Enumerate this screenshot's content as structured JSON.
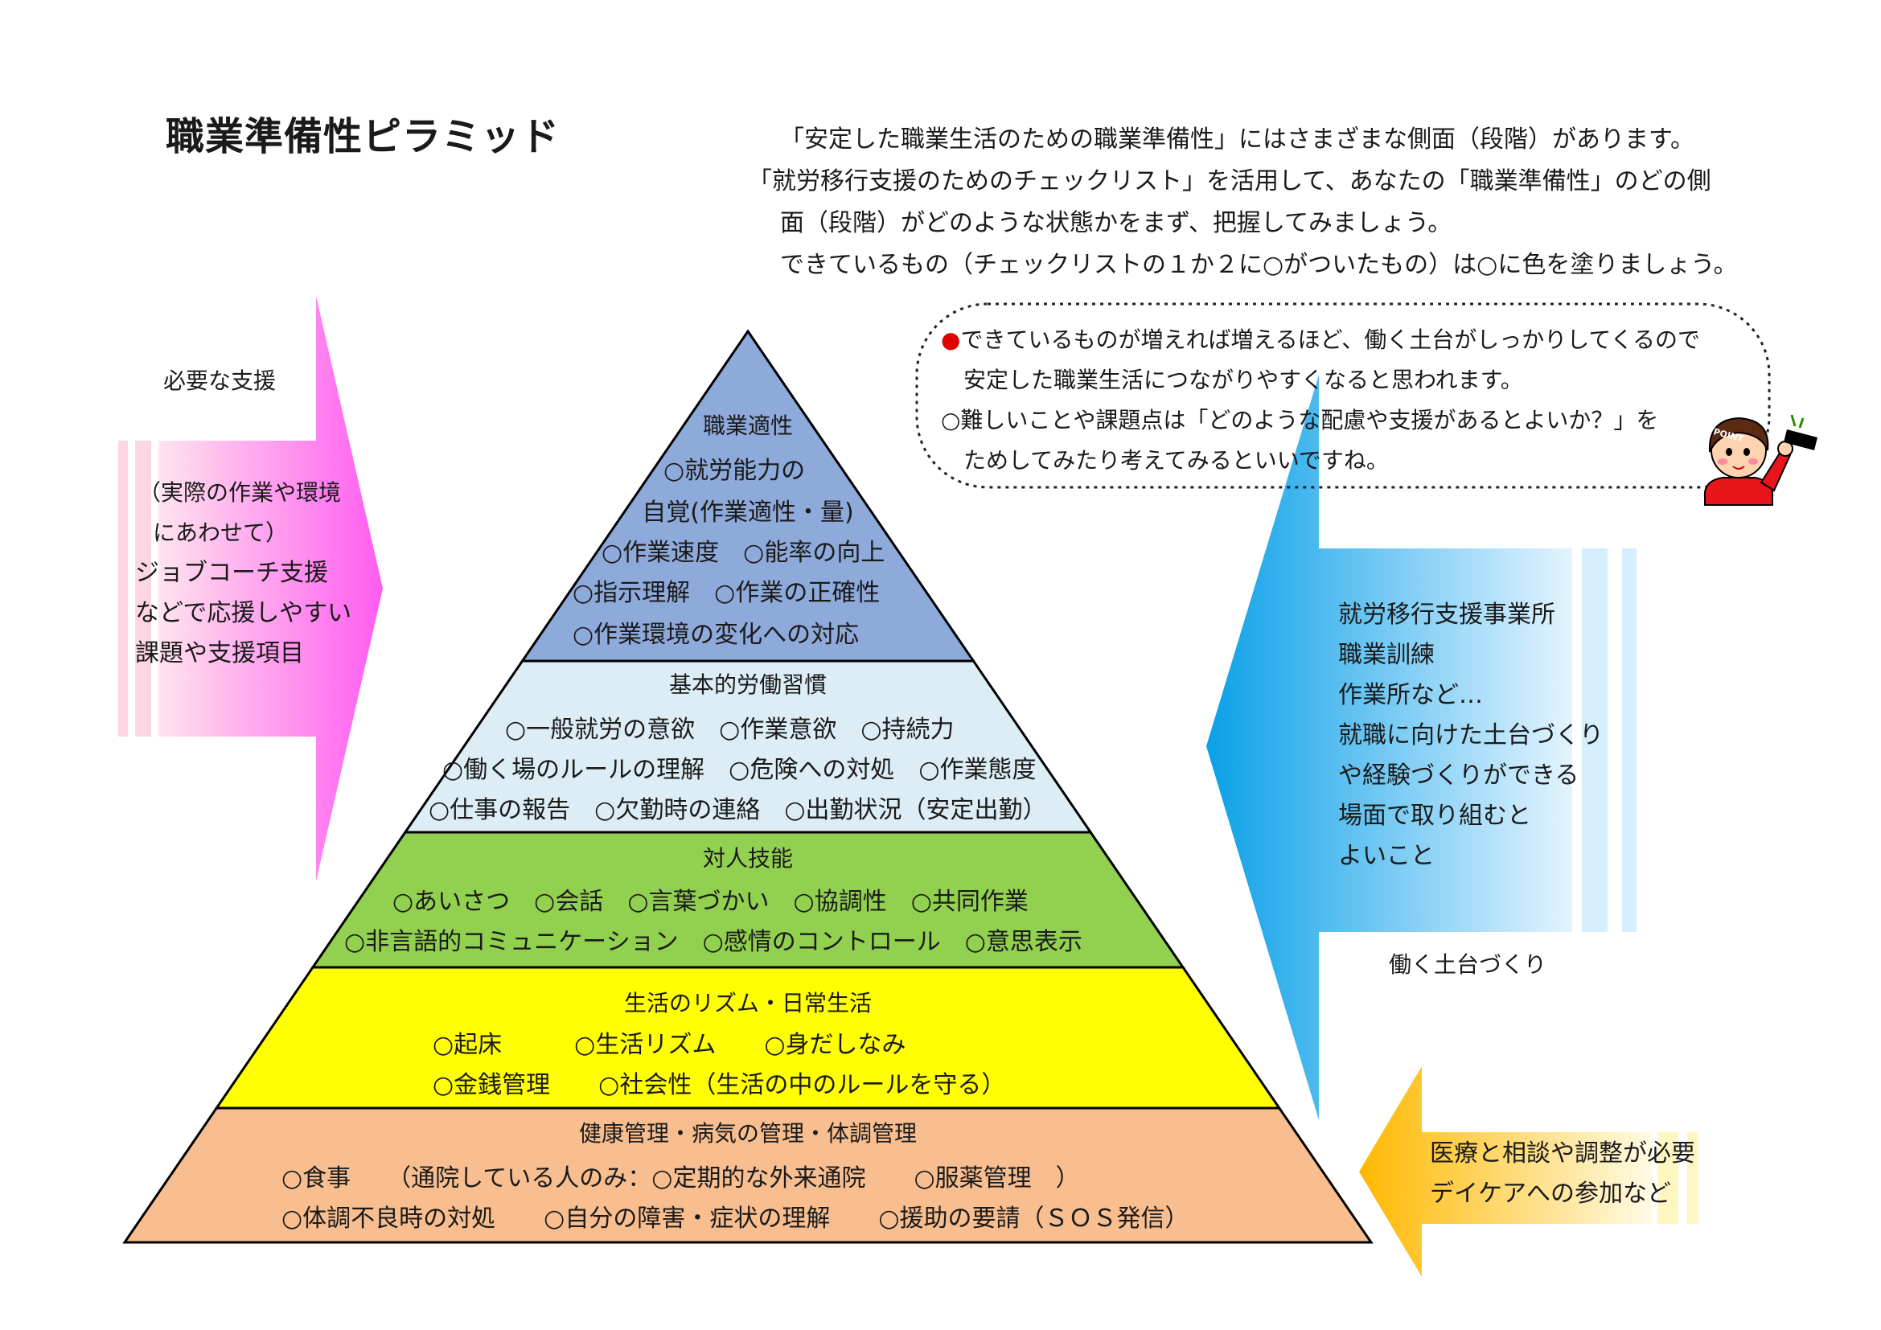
{
  "title": "職業準備性ピラミッド",
  "intro": {
    "line1": "「安定した職業生活のための職業準備性」にはさまざまな側面（段階）があります。",
    "line2": "「就労移行支援のためのチェックリスト」を活用して、あなたの「職業準備性」のどの側",
    "line3": "面（段階）がどのような状態かをまず、把握してみましょう。",
    "line4": "できているもの（チェックリストの１か２に○がついたもの）は○に色を塗りましょう。"
  },
  "bubble": {
    "bullet": "●",
    "line1": "できているものが増えれば増えるほど、働く土台がしっかりしてくるので",
    "line2": "安定した職業生活につながりやすくなると思われます。",
    "line3": "○難しいことや課題点は「どのような配慮や支援があるとよいか？」を",
    "line4": "ためしてみたり考えてみるといいですね。",
    "badge_text": "POINT"
  },
  "left_panel": {
    "heading": "必要な支援",
    "lines": [
      "（実際の作業や環境",
      "にあわせて）",
      "ジョブコーチ支援",
      "などで応援しやすい",
      "課題や支援項目"
    ],
    "color": "#ff66ff"
  },
  "right_panel": {
    "lines": [
      "就労移行支援事業所",
      "職業訓練",
      "作業所など…",
      "就職に向けた土台づくり",
      "や経験づくりができる",
      "場面で取り組むと",
      "よいこと"
    ],
    "caption": "働く土台づくり",
    "color": "#1ea7e8"
  },
  "bottom_right_panel": {
    "lines": [
      "医療と相談や調整が必要",
      "デイケアへの参加など"
    ],
    "color": "#ffc21a"
  },
  "pyramid": {
    "levels": [
      {
        "name": "職業適性",
        "color": "#8eaadb",
        "rows": [
          "○就労能力の",
          "自覚(作業適性・量)",
          "○作業速度　○能率の向上",
          "○指示理解　○作業の正確性",
          "○作業環境の変化への対応"
        ]
      },
      {
        "name": "基本的労働習慣",
        "color": "#dcedf5",
        "rows": [
          "○一般就労の意欲　○作業意欲　○持続力",
          "○働く場のルールの理解　○危険への対処　○作業態度",
          "○仕事の報告　○欠勤時の連絡　○出勤状況（安定出勤）"
        ]
      },
      {
        "name": "対人技能",
        "color": "#92d050",
        "rows": [
          "○あいさつ　○会話　○言葉づかい　○協調性　○共同作業",
          "○非言語的コミュニケーション　○感情のコントロール　○意思表示"
        ]
      },
      {
        "name": "生活のリズム・日常生活",
        "color": "#ffff00",
        "rows": [
          "○起床　　　○生活リズム　　○身だしなみ",
          "○金銭管理　　○社会性（生活の中のルールを守る）"
        ]
      },
      {
        "name": "健康管理・病気の管理・体調管理",
        "color": "#f8be8f",
        "rows": [
          "○食事　　（通院している人のみ：○定期的な外来通院　　○服薬管理　）",
          "○体調不良時の対処　　○自分の障害・症状の理解　　○援助の要請（ＳＯＳ発信）"
        ]
      }
    ]
  }
}
